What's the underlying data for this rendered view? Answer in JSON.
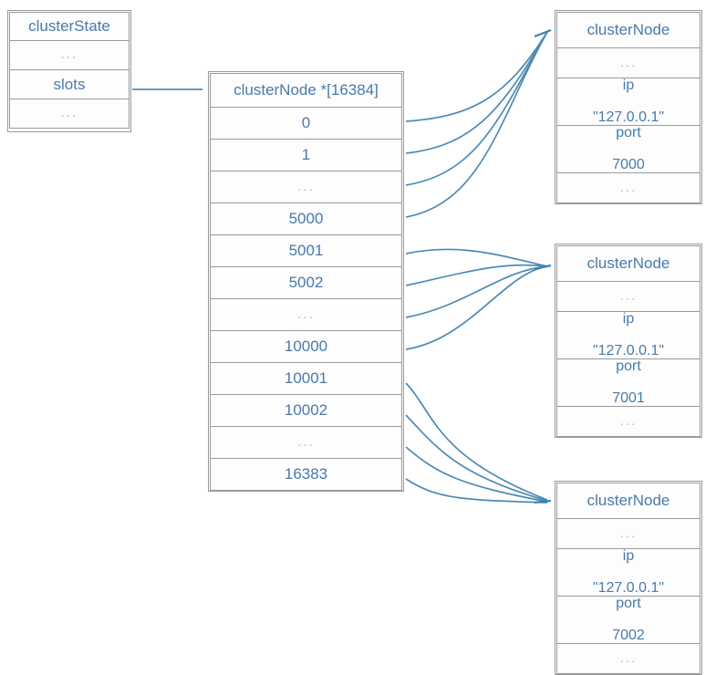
{
  "diagram": {
    "title": "Redis cluster slots mapping to clusterNode structures",
    "colors": {
      "text": "#4a7aa8",
      "border": "#9a9a9a",
      "arrow": "#3a7ca8",
      "dots": "#b9b9c2",
      "background": "#ffffff"
    }
  },
  "cluster_state": {
    "name": "cluster-state-struct",
    "rows": [
      {
        "text": "clusterState",
        "type": "header"
      },
      {
        "text": "...",
        "type": "ellipsis"
      },
      {
        "text": "slots",
        "type": "field"
      },
      {
        "text": "...",
        "type": "ellipsis"
      }
    ]
  },
  "slots_array": {
    "name": "slots-array-struct",
    "header": "clusterNode *[16384]",
    "rows": [
      {
        "text": "0",
        "type": "index"
      },
      {
        "text": "1",
        "type": "index"
      },
      {
        "text": "...",
        "type": "ellipsis"
      },
      {
        "text": "5000",
        "type": "index"
      },
      {
        "text": "5001",
        "type": "index"
      },
      {
        "text": "5002",
        "type": "index"
      },
      {
        "text": "...",
        "type": "ellipsis"
      },
      {
        "text": "10000",
        "type": "index"
      },
      {
        "text": "10001",
        "type": "index"
      },
      {
        "text": "10002",
        "type": "index"
      },
      {
        "text": "...",
        "type": "ellipsis"
      },
      {
        "text": "16383",
        "type": "index"
      }
    ]
  },
  "cluster_nodes": [
    {
      "name": "cluster-node-7000",
      "header": "clusterNode",
      "dots_top": "...",
      "ip_label": "ip",
      "ip_value": "\"127.0.0.1\"",
      "port_label": "port",
      "port_value": "7000",
      "dots_bottom": "..."
    },
    {
      "name": "cluster-node-7001",
      "header": "clusterNode",
      "dots_top": "...",
      "ip_label": "ip",
      "ip_value": "\"127.0.0.1\"",
      "port_label": "port",
      "port_value": "7001",
      "dots_bottom": "..."
    },
    {
      "name": "cluster-node-7002",
      "header": "clusterNode",
      "dots_top": "...",
      "ip_label": "ip",
      "ip_value": "\"127.0.0.1\"",
      "port_label": "port",
      "port_value": "7002",
      "dots_bottom": "..."
    }
  ],
  "connections": {
    "slots_pointer": {
      "from": "slots",
      "to": "clusterNode *[16384]"
    },
    "group_7000": {
      "from_slots": [
        "0",
        "1",
        "...",
        "5000"
      ],
      "to": "clusterNode 7000"
    },
    "group_7001": {
      "from_slots": [
        "5001",
        "5002",
        "...",
        "10000"
      ],
      "to": "clusterNode 7001"
    },
    "group_7002": {
      "from_slots": [
        "10001",
        "10002",
        "...",
        "16383"
      ],
      "to": "clusterNode 7002"
    }
  }
}
